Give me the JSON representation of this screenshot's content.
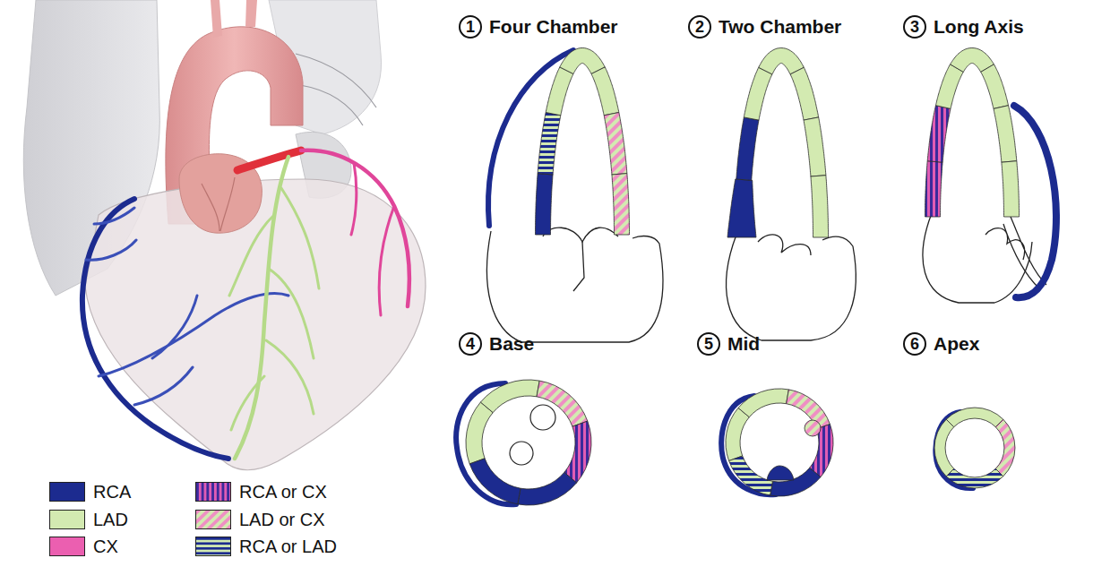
{
  "diagram": {
    "nodes": [
      {
        "text": [
          "1",
          "Four Chamber"
        ]
      },
      {
        "text": [
          "2",
          "Two Chamber"
        ]
      },
      {
        "text": [
          "3",
          "Long Axis"
        ]
      },
      {
        "text": [
          "4",
          "Base"
        ]
      },
      {
        "text": [
          "5",
          "Mid"
        ]
      },
      {
        "text": [
          "6",
          "Apex"
        ]
      }
    ],
    "legend": [
      {
        "text": "RCA",
        "color": "#1c2b8f"
      },
      {
        "text": "LAD",
        "color": "#d3eab1"
      },
      {
        "text": "CX",
        "color": "#eb5fb0"
      },
      {
        "text": "RCA or CX"
      },
      {
        "text": "LAD or CX"
      },
      {
        "text": "RCA or LAD"
      }
    ]
  }
}
